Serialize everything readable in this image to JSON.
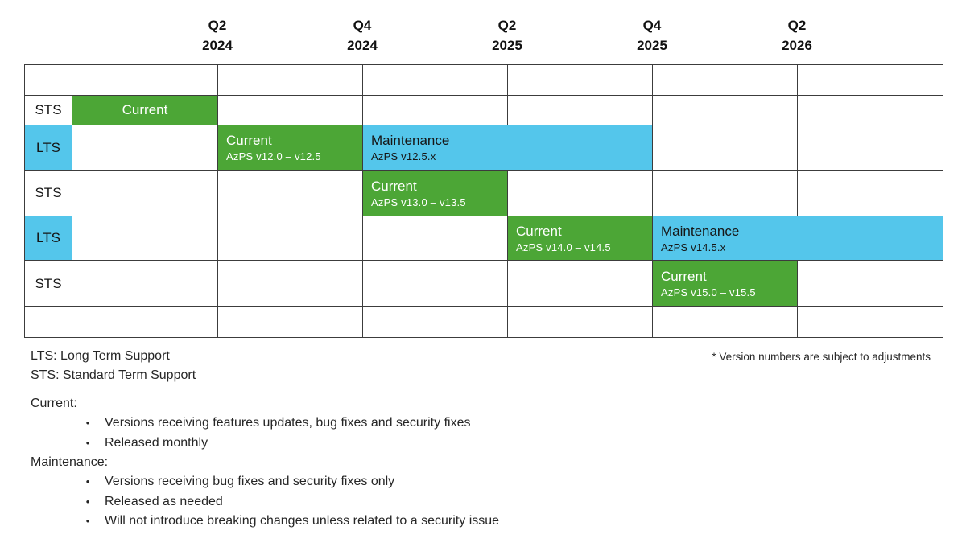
{
  "header": {
    "quarters": [
      {
        "line1": "Q2",
        "line2": "2024"
      },
      {
        "line1": "Q4",
        "line2": "2024"
      },
      {
        "line1": "Q2",
        "line2": "2025"
      },
      {
        "line1": "Q4",
        "line2": "2025"
      },
      {
        "line1": "Q2",
        "line2": "2026"
      }
    ]
  },
  "timeline": {
    "row_labels": [
      {
        "label": "STS"
      },
      {
        "label": "LTS"
      },
      {
        "label": "STS"
      },
      {
        "label": "LTS"
      },
      {
        "label": "STS"
      }
    ],
    "bars": [
      {
        "title": "Current",
        "subtitle": "",
        "type": "current"
      },
      {
        "title": "Current",
        "subtitle": "AzPS v12.0 – v12.5",
        "type": "current"
      },
      {
        "title": "Maintenance",
        "subtitle": "AzPS v12.5.x",
        "type": "maintenance"
      },
      {
        "title": "Current",
        "subtitle": "AzPS v13.0 – v13.5",
        "type": "current"
      },
      {
        "title": "Current",
        "subtitle": "AzPS v14.0 – v14.5",
        "type": "current"
      },
      {
        "title": "Maintenance",
        "subtitle": "AzPS v14.5.x",
        "type": "maintenance"
      },
      {
        "title": "Current",
        "subtitle": "AzPS v15.0 – v15.5",
        "type": "current"
      }
    ]
  },
  "legend": {
    "bullet": "•",
    "lts": "LTS: Long Term Support",
    "sts": "STS: Standard Term Support",
    "note": "* Version numbers are subject to adjustments",
    "current_heading": "Current:",
    "current_items": [
      "Versions receiving features updates, bug fixes and security fixes",
      "Released monthly"
    ],
    "maintenance_heading": "Maintenance:",
    "maintenance_items": [
      "Versions receiving bug fixes and security fixes only",
      "Released as needed",
      "Will not introduce breaking changes unless related to a security issue"
    ]
  },
  "colors": {
    "current_green": "#4CA636",
    "maintenance_blue": "#54C6EB",
    "grid_border": "#3c3c3c"
  }
}
